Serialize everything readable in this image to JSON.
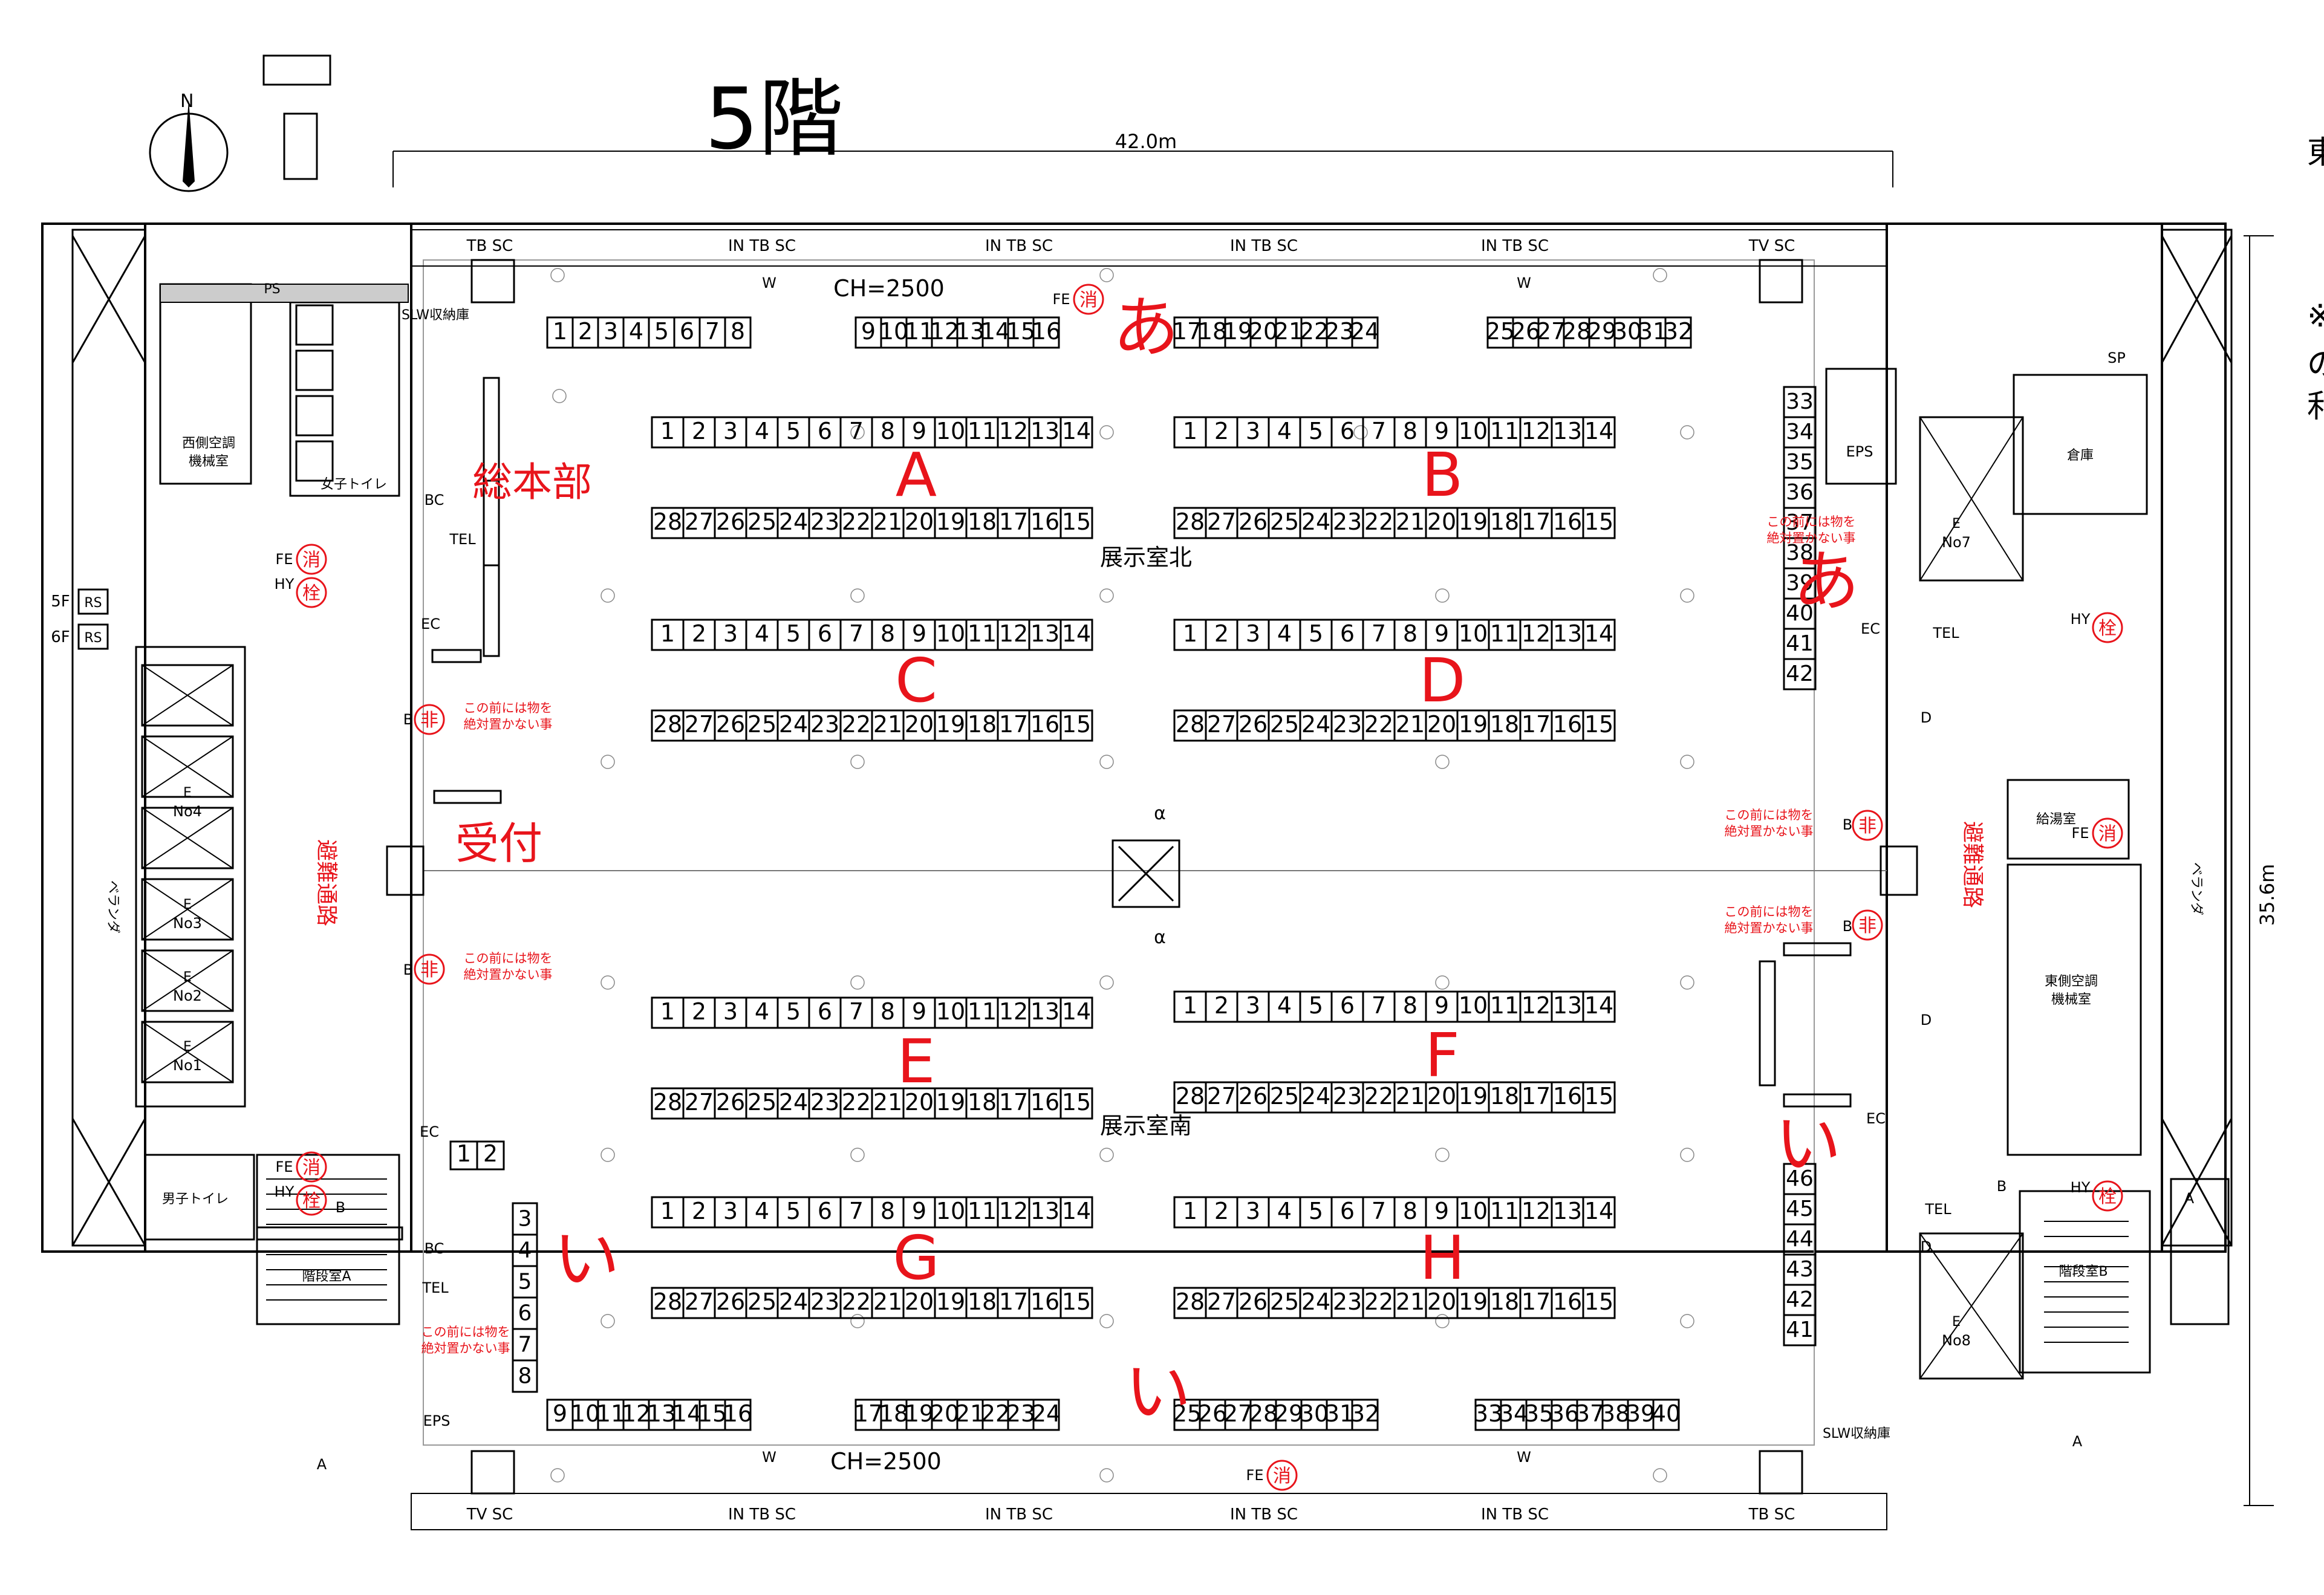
{
  "header": {
    "floor_title": "5階",
    "north_label": "N",
    "width_dim": "42.0m",
    "height_dim": "35.6m",
    "side_text": [
      "東",
      "※",
      "の",
      "利"
    ]
  },
  "rooms": {
    "north_hall": "展示室北",
    "south_hall": "展示室南",
    "ceiling_top": "CH=2500",
    "ceiling_bottom": "CH=2500",
    "west_ac": "西側空調\n機械室",
    "east_ac": "東側空調\n機械室",
    "womens_toilet": "女子トイレ",
    "mens_toilet": "男子トイレ",
    "stair_a": "階段室A",
    "stair_b": "階段室B",
    "storage": "倉庫",
    "kitchenette": "給湯室",
    "veranda": "ベランダ",
    "evac_route": "避難通路",
    "slw_storage": "SLW収納庫",
    "eps": "EPS",
    "ps": "PS",
    "sp": "SP"
  },
  "section_labels": {
    "A": "A",
    "B": "B",
    "C": "C",
    "D": "D",
    "E": "E",
    "F": "F",
    "G": "G",
    "H": "H",
    "a": "あ",
    "i": "い",
    "hq": "総本部",
    "reception": "受付"
  },
  "notices": {
    "no_objects": "この前には物を\n絶対置かない事"
  },
  "equipment": {
    "fe": "FE",
    "hy": "HY",
    "ec": "EC",
    "bc": "BC",
    "tel": "TEL",
    "b": "B",
    "d": "D",
    "w": "W",
    "a": "A",
    "extinguisher": "消",
    "hydrant": "栓",
    "emergency": "非",
    "rs": "RS",
    "floor_5f": "5F",
    "floor_6f": "6F",
    "elevators": [
      "No4",
      "No3",
      "No2",
      "No1",
      "No7",
      "No8"
    ],
    "e": "E",
    "outlets_top": [
      "TB SC",
      "IN TB SC",
      "IN TB SC",
      "IN TB SC",
      "IN TB SC",
      "TV SC"
    ],
    "outlets_bottom": [
      "TV SC",
      "IN TB SC",
      "IN TB SC",
      "IN TB SC",
      "IN TB SC",
      "TB SC"
    ],
    "alpha": "α"
  },
  "booths": {
    "row_front": [
      "1",
      "2",
      "3",
      "4",
      "5",
      "6",
      "7",
      "8"
    ],
    "row_back": [
      "28",
      "27",
      "26",
      "25",
      "24",
      "23",
      "22",
      "21",
      "20",
      "19",
      "18",
      "17",
      "16",
      "15"
    ],
    "top_wall_left": [
      "1",
      "2",
      "3",
      "4",
      "5",
      "6",
      "7",
      "8"
    ],
    "top_wall_mid": [
      "9",
      "10",
      "11",
      "12",
      "13",
      "14",
      "15",
      "16"
    ],
    "top_wall_right": [
      "17",
      "18",
      "19",
      "20",
      "21",
      "22",
      "23",
      "24"
    ],
    "top_wall_far": [
      "25",
      "26",
      "27",
      "28",
      "29",
      "30",
      "31",
      "32"
    ],
    "east_column_top": [
      "33",
      "34",
      "35",
      "36",
      "37",
      "38",
      "39",
      "40",
      "41",
      "42"
    ],
    "bottom_wall_left": [
      "9",
      "10",
      "11",
      "12",
      "13",
      "14",
      "15",
      "16"
    ],
    "bottom_wall_mid": [
      "17",
      "18",
      "19",
      "20",
      "21",
      "22",
      "23",
      "24"
    ],
    "bottom_wall_right": [
      "25",
      "26",
      "27",
      "28",
      "29",
      "30",
      "31",
      "32"
    ],
    "bottom_wall_far": [
      "33",
      "34",
      "35",
      "36",
      "37",
      "38",
      "39",
      "40"
    ],
    "west_column_bottom": [
      "3",
      "4",
      "5",
      "6",
      "7",
      "8"
    ],
    "east_column_bottom": [
      "46",
      "45",
      "44",
      "43",
      "42",
      "41"
    ],
    "hq_pair": [
      "1",
      "2"
    ]
  }
}
